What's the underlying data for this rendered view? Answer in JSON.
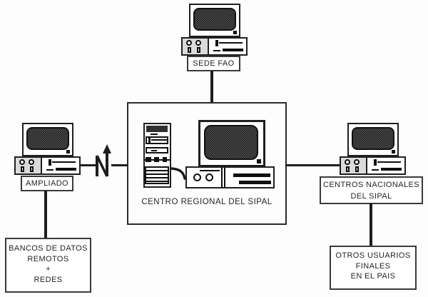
{
  "diagram": {
    "nodes": {
      "sede_fao": {
        "label": "SEDE FAO"
      },
      "centro_regional": {
        "label": "CENTRO REGIONAL DEL SIPAL"
      },
      "ampliado": {
        "label": "AMPLIADO"
      },
      "centros_nacionales": {
        "lines": [
          "CENTROS NACIONALES",
          "DEL SIPAL"
        ]
      },
      "bancos_datos": {
        "lines": [
          "BANCOS DE DATOS",
          "REMOTOS",
          "+",
          "REDES"
        ]
      },
      "otros_usuarios": {
        "lines": [
          "OTROS USUARIOS",
          "FINALES",
          "EN EL PAIS"
        ]
      }
    },
    "connections": [
      {
        "from": "sede_fao",
        "to": "centro_regional",
        "type": "line"
      },
      {
        "from": "ampliado",
        "to": "centro_regional",
        "type": "network-link-arrow"
      },
      {
        "from": "centro_regional",
        "to": "centros_nacionales",
        "type": "line"
      },
      {
        "from": "ampliado",
        "to": "bancos_datos",
        "type": "line"
      },
      {
        "from": "centros_nacionales",
        "to": "otros_usuarios",
        "type": "line"
      }
    ],
    "colors": {
      "line": "#1d1d1d",
      "panel_gray": "#d9d9d9",
      "screen_dither_dark": "#161616",
      "screen_dither_light": "#5a5a5a",
      "background": "#ffffff"
    }
  }
}
